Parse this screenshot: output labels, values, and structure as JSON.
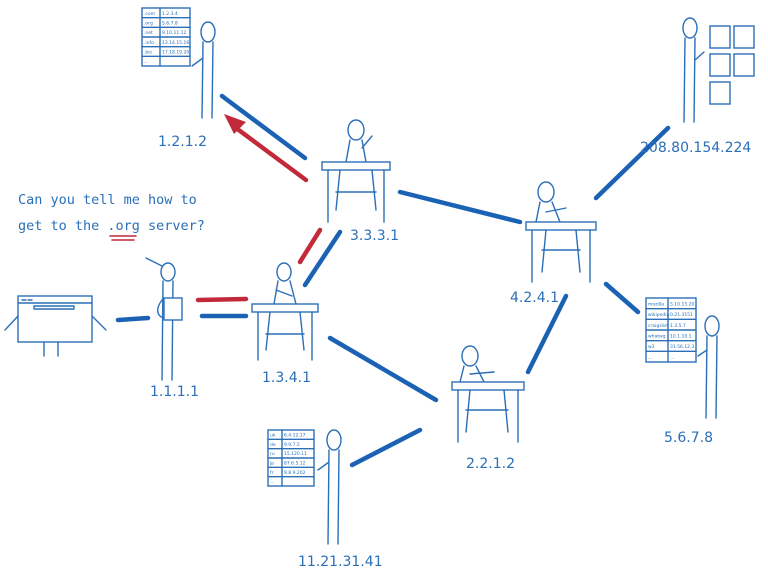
{
  "question": {
    "line1": "Can you tell me how to",
    "line2": "get to the .org server?"
  },
  "nodes": {
    "client": {
      "label": "1.1.1.1"
    },
    "resolver": {
      "label": "1.3.4.1"
    },
    "root": {
      "label": "1.2.1.2"
    },
    "rootRouter": {
      "label": "3.3.3.1"
    },
    "hubRouter": {
      "label": "4.2.4.1"
    },
    "webserver": {
      "label": "208.80.154.224"
    },
    "orgServer": {
      "label": "5.6.7.8"
    },
    "midRouter": {
      "label": "2.2.1.2"
    },
    "ccServer": {
      "label": "11.21.31.41"
    }
  },
  "tables": {
    "root": [
      [
        ".com",
        "1.2.3.4"
      ],
      [
        ".org",
        "5.6.7.8"
      ],
      [
        ".net",
        "9.10.11.12"
      ],
      [
        ".info",
        "13.14.15.16"
      ],
      [
        ".biz",
        "17.18.19.20"
      ],
      [
        "...",
        ""
      ]
    ],
    "org": [
      [
        "mozilla",
        "5.10.15.20"
      ],
      [
        "wikipedia",
        "0.21.3151"
      ],
      [
        "craigslist",
        "1.3.5.7"
      ],
      [
        "whatwg",
        "10.1.10.1"
      ],
      [
        "w3",
        "31.56.12.3"
      ],
      [
        "...",
        "..."
      ]
    ],
    "cc": [
      [
        "uk",
        "6.4.12.17"
      ],
      [
        "de",
        "9.9.7.5"
      ],
      [
        "ru",
        "15.120.11"
      ],
      [
        "jp",
        "87.6.5.12"
      ],
      [
        "fr",
        "9.8.9.202"
      ],
      [
        "...",
        ""
      ]
    ]
  },
  "colors": {
    "ink": "#2b6fb8",
    "link": "#1b62b4",
    "query": "#c22a3a",
    "background": "#ffffff"
  }
}
